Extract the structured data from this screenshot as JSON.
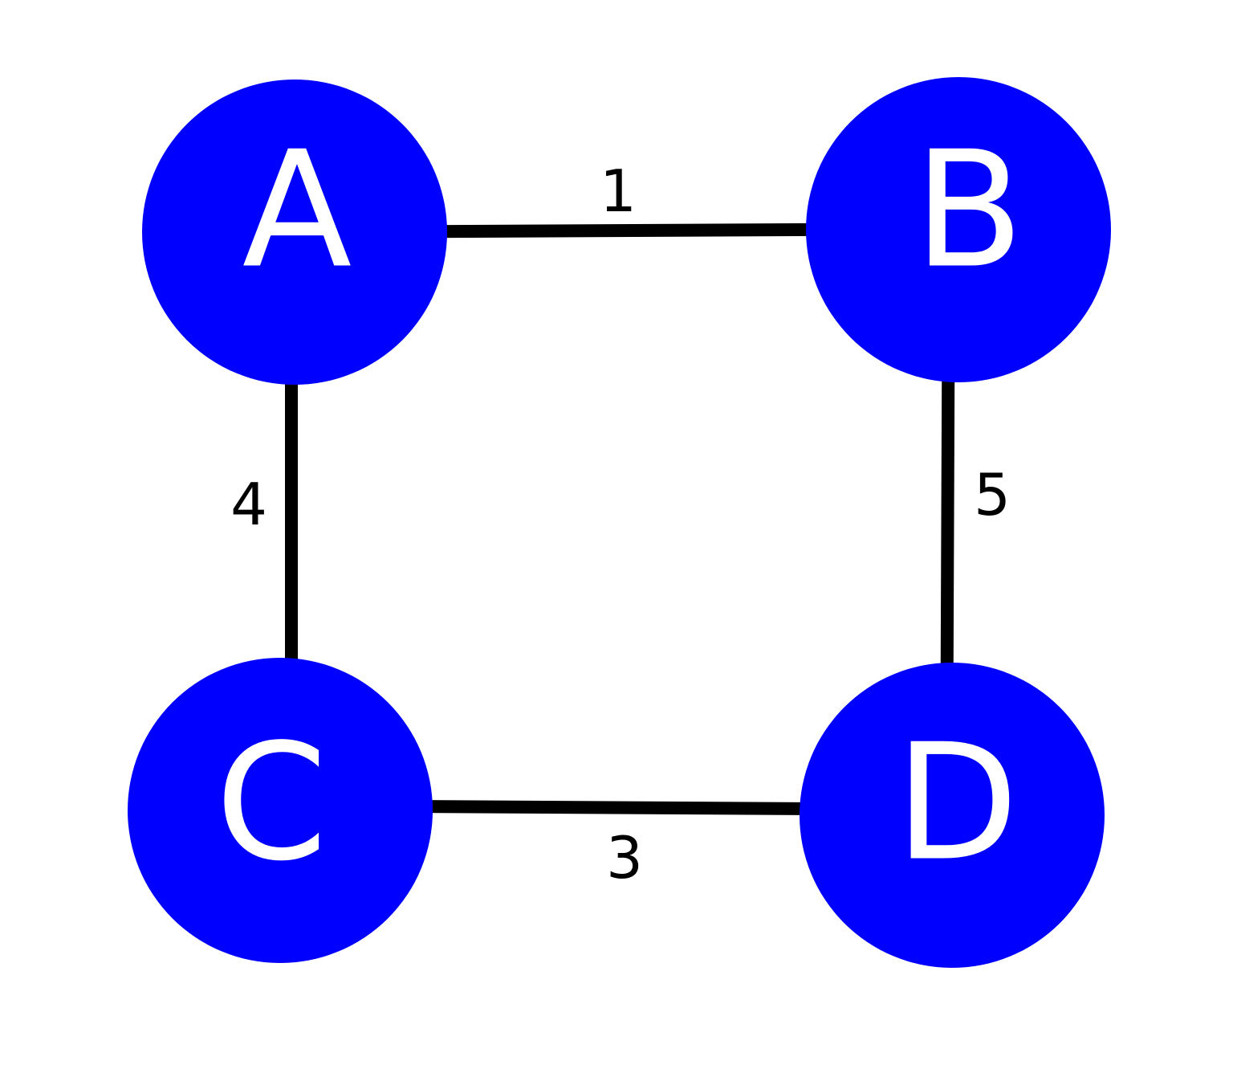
{
  "graph": {
    "nodes": [
      {
        "id": "A",
        "label": "A"
      },
      {
        "id": "B",
        "label": "B"
      },
      {
        "id": "C",
        "label": "C"
      },
      {
        "id": "D",
        "label": "D"
      }
    ],
    "edges": [
      {
        "source": "A",
        "target": "B",
        "weight": "1"
      },
      {
        "source": "A",
        "target": "C",
        "weight": "4"
      },
      {
        "source": "B",
        "target": "D",
        "weight": "5"
      },
      {
        "source": "C",
        "target": "D",
        "weight": "3"
      }
    ]
  },
  "colors": {
    "node_fill": "#0000ff",
    "node_text": "#ffffff",
    "edge": "#000000",
    "edge_label": "#000000",
    "background": "#ffffff"
  }
}
